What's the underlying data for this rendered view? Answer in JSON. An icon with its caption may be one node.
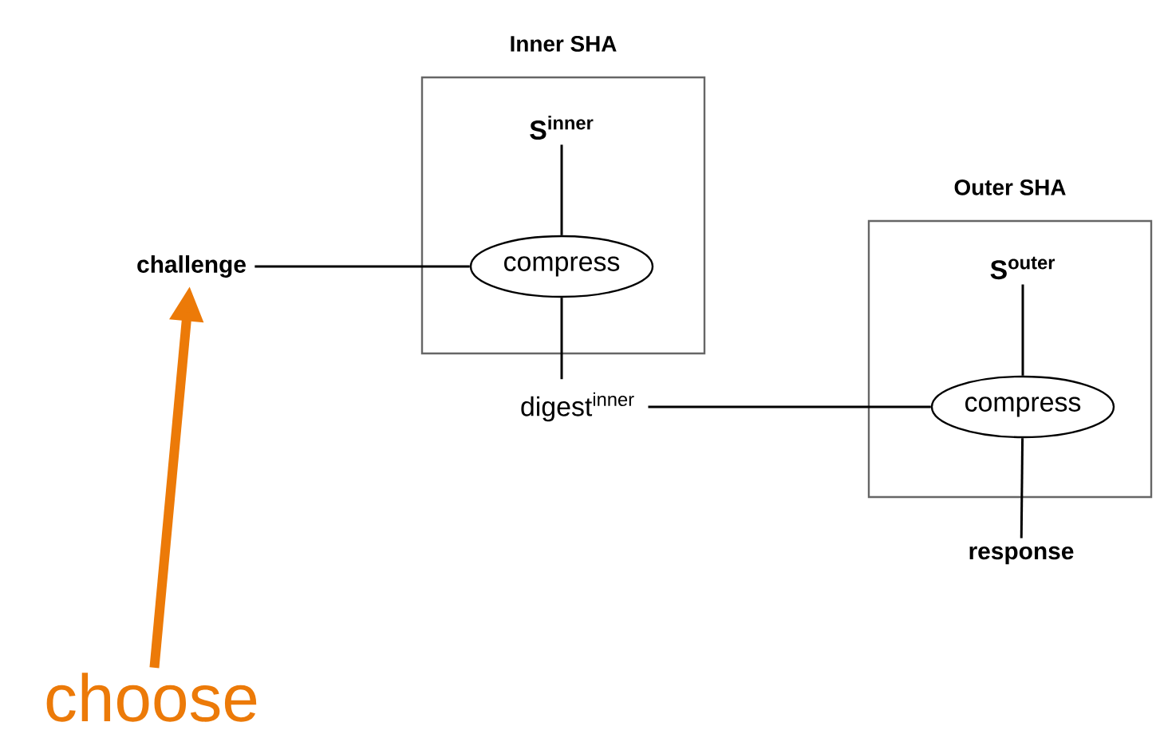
{
  "diagram": {
    "nodes": [
      {
        "text": [
          "Inner SHA"
        ]
      },
      {
        "text": [
          "S$^{inner}$"
        ],
        "in": 0
      },
      {
        "text": [
          "compress"
        ],
        "in": 0
      },
      {
        "text": [
          "challenge"
        ]
      },
      {
        "text": [
          "digest$^{inner}$"
        ]
      },
      {
        "text": [
          "Outer SHA"
        ]
      },
      {
        "text": [
          "S$^{outer}$"
        ],
        "in": 5
      },
      {
        "text": [
          "compress"
        ],
        "in": 5
      },
      {
        "text": [
          "response"
        ]
      },
      {
        "text": [
          "choose"
        ]
      }
    ],
    "edges": [
      {
        "from": 1,
        "to": 2,
        "arrow": "none"
      },
      {
        "from": 3,
        "to": 2,
        "arrow": "none"
      },
      {
        "from": 2,
        "to": 4,
        "arrow": "none"
      },
      {
        "from": 4,
        "to": 7,
        "arrow": "none"
      },
      {
        "from": 6,
        "to": 7,
        "arrow": "none"
      },
      {
        "from": 7,
        "to": 8,
        "arrow": "none"
      },
      {
        "from": 9,
        "to": 3,
        "arrow": "to",
        "style": "thick",
        "color": "#ec7a08"
      }
    ]
  }
}
